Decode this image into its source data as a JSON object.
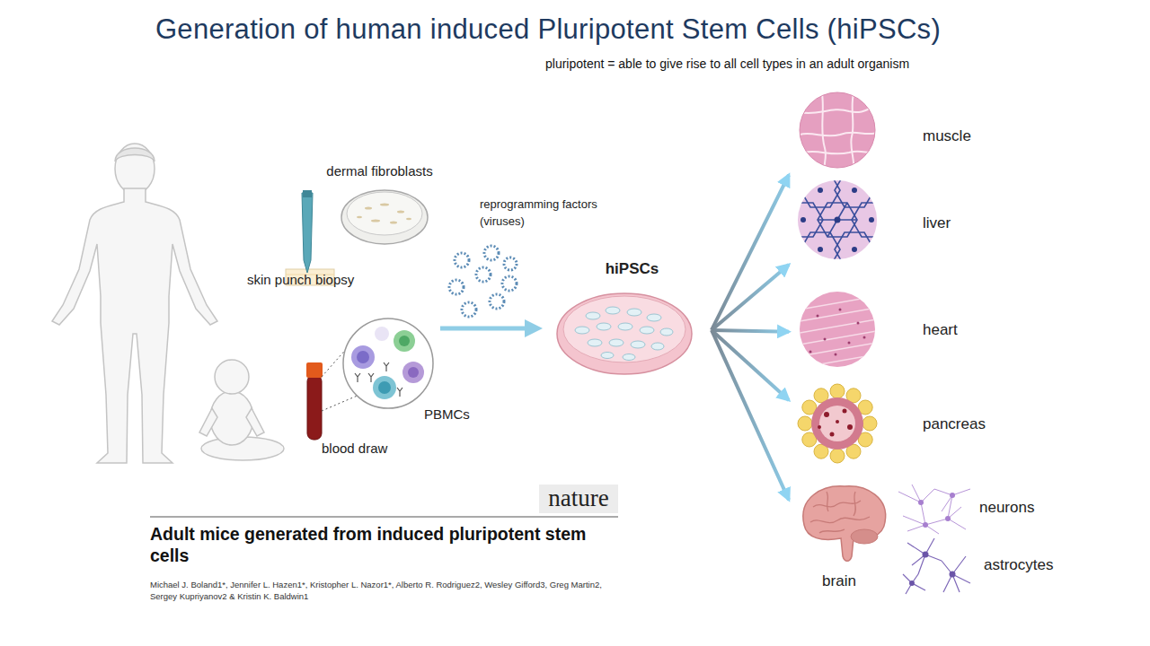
{
  "diagram": {
    "title": "Generation of human induced Pluripotent Stem Cells (hiPSCs)",
    "nodes": [
      {
        "text": [
          "dermal fibroblasts"
        ]
      },
      {
        "text": [
          "PBMCs"
        ]
      },
      {
        "text": [
          "hiPSCs"
        ]
      },
      {
        "text": [
          "muscle"
        ]
      },
      {
        "text": [
          "liver"
        ]
      },
      {
        "text": [
          "heart"
        ]
      },
      {
        "text": [
          "pancreas"
        ]
      },
      {
        "text": [
          "brain"
        ]
      },
      {
        "text": [
          "neurons"
        ]
      },
      {
        "text": [
          "astrocytes"
        ]
      }
    ],
    "edges": [
      {
        "from": 2,
        "to": 3,
        "arrow": "to"
      },
      {
        "from": 2,
        "to": 4,
        "arrow": "to"
      },
      {
        "from": 2,
        "to": 5,
        "arrow": "to"
      },
      {
        "from": 2,
        "to": 6,
        "arrow": "to"
      },
      {
        "from": 2,
        "to": 7,
        "arrow": "to"
      }
    ],
    "labels": [
      "pluripotent = able to give rise to all cell types in an adult organism",
      "skin punch biopsy",
      "reprogramming factors (viruses)",
      "blood draw",
      "nature",
      "Adult mice generated from induced pluripotent stem cells",
      "Michael J. Boland1*, Jennifer L. Hazen1*, Kristopher L. Nazor1*, Alberto R. Rodriguez2, Wesley Gifford3, Greg Martin2, Sergey Kupriyanov2 & Kristin K. Baldwin1"
    ]
  }
}
